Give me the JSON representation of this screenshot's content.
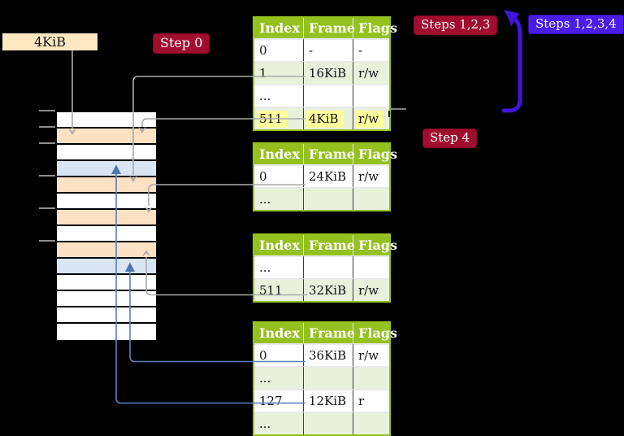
{
  "labels": {
    "root_frame": "4KiB",
    "step0": "Step 0",
    "steps123": "Steps 1,2,3",
    "steps1234": "Steps 1,2,3,4",
    "step4": "Step 4"
  },
  "colors": {
    "table_header_green": "#94C11F",
    "table_row_green": "#E9F1DB",
    "highlight_yellow": "#FFFF9E",
    "memory_table_orange": "#FCE1C4",
    "memory_page_blue": "#D9E5F3",
    "step_label_red": "#A00D2F",
    "steps_label_blue": "#4A1DE8",
    "connector_gray": "#ABABAB",
    "connector_steel_blue": "#5D7FBC",
    "recursive_arrow_blue": "#3F16DB",
    "frame_label_cream": "#FBE8C3"
  },
  "memory": {
    "rows": [
      "free",
      "page_table",
      "free",
      "mapped_page",
      "page_table",
      "free",
      "page_table",
      "free",
      "page_table",
      "mapped_page",
      "free",
      "free",
      "free",
      "free"
    ]
  },
  "tables": [
    {
      "headers": [
        "Index",
        "Frame",
        "Flags"
      ],
      "rows": [
        {
          "cells": [
            "0",
            "-",
            "-"
          ]
        },
        {
          "cells": [
            "1",
            "16KiB",
            "r/w"
          ]
        },
        {
          "cells": [
            "...",
            "",
            ""
          ]
        },
        {
          "cells": [
            "511",
            "4KiB",
            "r/w"
          ]
        }
      ]
    },
    {
      "headers": [
        "Index",
        "Frame",
        "Flags"
      ],
      "rows": [
        {
          "cells": [
            "0",
            "24KiB",
            "r/w"
          ]
        },
        {
          "cells": [
            "...",
            "",
            ""
          ]
        }
      ]
    },
    {
      "headers": [
        "Index",
        "Frame",
        "Flags"
      ],
      "rows": [
        {
          "cells": [
            "...",
            "",
            ""
          ]
        },
        {
          "cells": [
            "511",
            "32KiB",
            "r/w"
          ]
        }
      ]
    },
    {
      "headers": [
        "Index",
        "Frame",
        "Flags"
      ],
      "rows": [
        {
          "cells": [
            "0",
            "36KiB",
            "r/w"
          ]
        },
        {
          "cells": [
            "...",
            "",
            ""
          ]
        },
        {
          "cells": [
            "127",
            "12KiB",
            "r"
          ]
        },
        {
          "cells": [
            "...",
            "",
            ""
          ]
        }
      ]
    }
  ]
}
